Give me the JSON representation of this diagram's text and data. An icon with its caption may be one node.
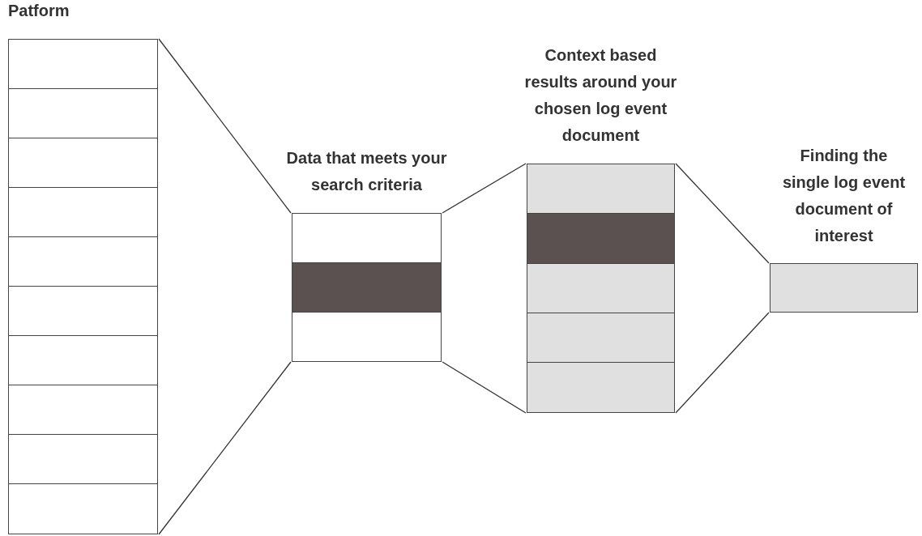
{
  "diagram": {
    "nodes": [
      {
        "text": [
          "Patform"
        ]
      },
      {
        "text": [],
        "shape": "box",
        "in": 0
      },
      {
        "text": [],
        "shape": "box",
        "in": 0
      },
      {
        "text": [],
        "shape": "box",
        "in": 0
      },
      {
        "text": [],
        "shape": "box",
        "in": 0
      },
      {
        "text": [],
        "shape": "box",
        "in": 0
      },
      {
        "text": [],
        "shape": "box",
        "in": 0
      },
      {
        "text": [],
        "shape": "box",
        "in": 0
      },
      {
        "text": [],
        "shape": "box",
        "in": 0
      },
      {
        "text": [],
        "shape": "box",
        "in": 0
      },
      {
        "text": [],
        "shape": "box",
        "in": 0
      },
      {
        "text": [
          "Data that meets your search criteria"
        ]
      },
      {
        "text": [],
        "shape": "box",
        "in": 11
      },
      {
        "text": [],
        "shape": "box",
        "in": 11
      },
      {
        "text": [],
        "shape": "box",
        "in": 11
      },
      {
        "text": [
          "Context based results around your chosen log event document"
        ]
      },
      {
        "text": [],
        "shape": "box",
        "in": 15
      },
      {
        "text": [],
        "shape": "box",
        "in": 15
      },
      {
        "text": [],
        "shape": "box",
        "in": 15
      },
      {
        "text": [],
        "shape": "box",
        "in": 15
      },
      {
        "text": [],
        "shape": "box",
        "in": 15
      },
      {
        "text": [
          "Finding the single log event document of interest"
        ]
      }
    ],
    "edges": [
      {
        "from": 0,
        "to": 11,
        "arrow": "none"
      },
      {
        "from": 0,
        "to": 11,
        "arrow": "none"
      },
      {
        "from": 11,
        "to": 15,
        "arrow": "none"
      },
      {
        "from": 11,
        "to": 15,
        "arrow": "none"
      },
      {
        "from": 15,
        "to": 21,
        "arrow": "none"
      },
      {
        "from": 15,
        "to": 21,
        "arrow": "none"
      }
    ]
  }
}
